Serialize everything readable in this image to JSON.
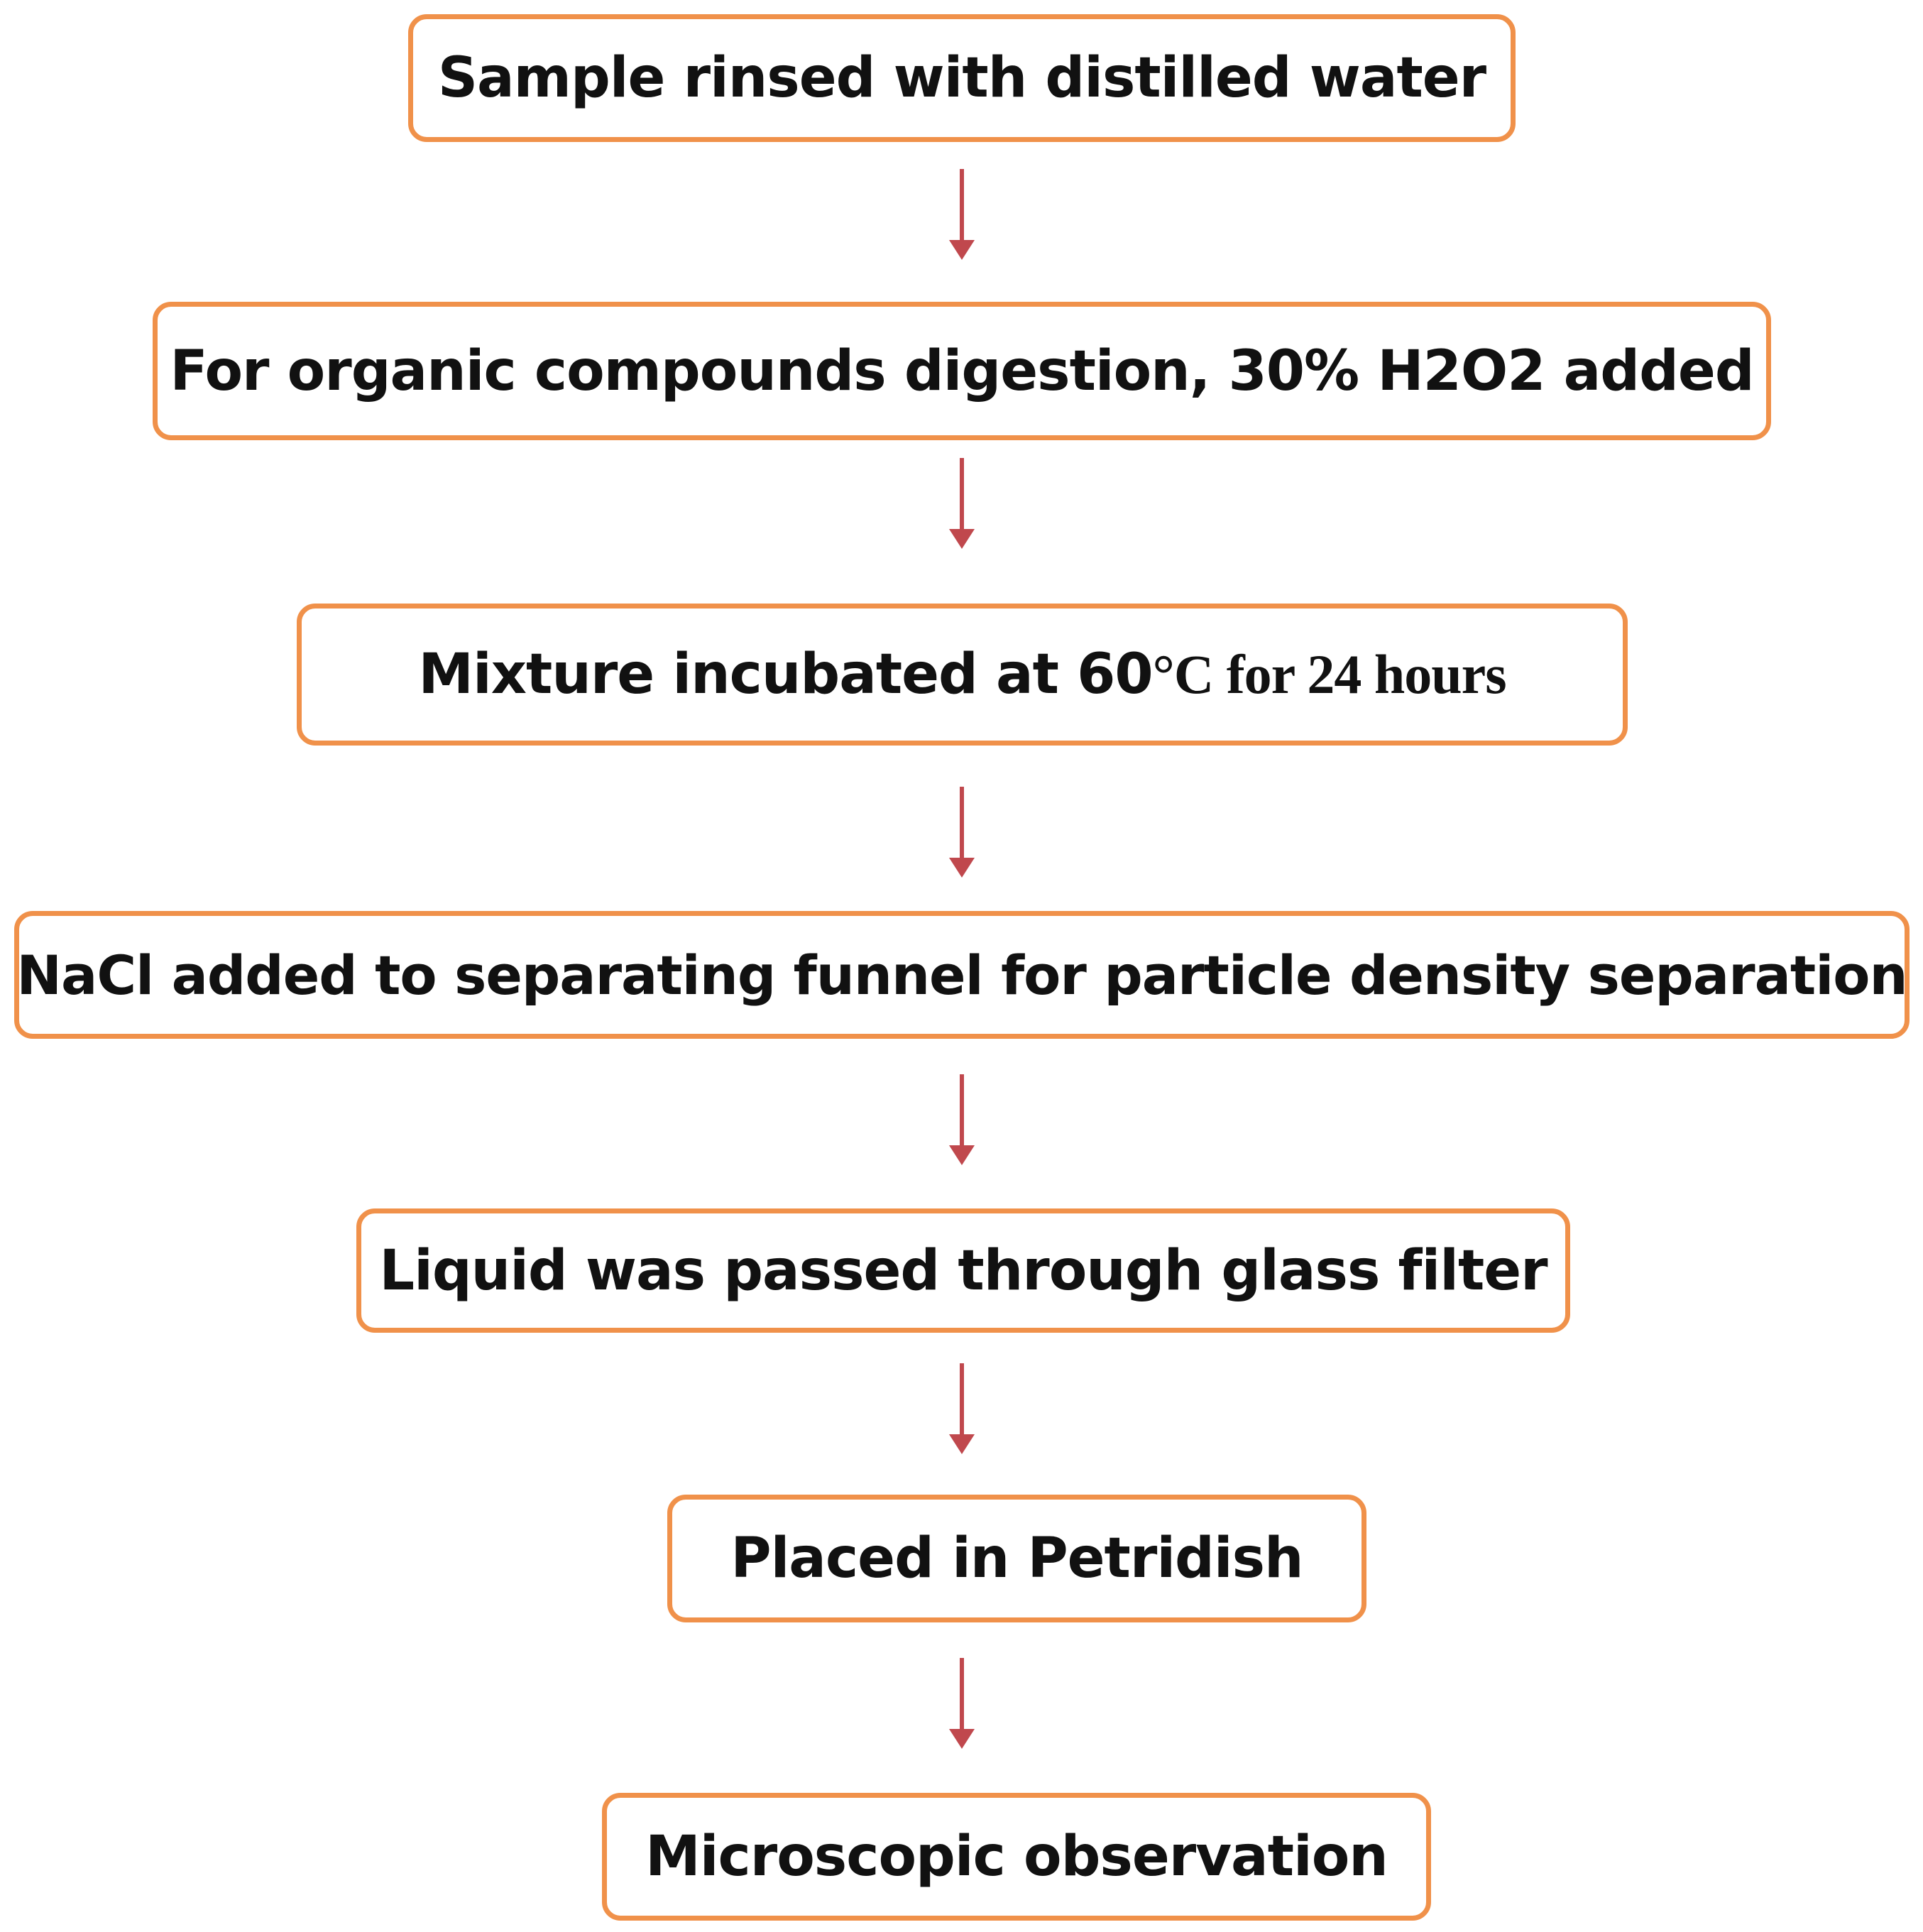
{
  "flowchart": {
    "steps": [
      {
        "id": "rinse",
        "label": "Sample rinsed with distilled water"
      },
      {
        "id": "digest",
        "label": "For organic compounds digestion, 30% H2O2 added"
      },
      {
        "id": "incubate",
        "label_prefix": "Mixture incubated at 60",
        "label_suffix": "°C for 24 hours"
      },
      {
        "id": "nacl",
        "label": "NaCl added to separating funnel for particle density separation"
      },
      {
        "id": "filter",
        "label": "Liquid was passed through glass filter"
      },
      {
        "id": "petri",
        "label": "Placed in Petridish"
      },
      {
        "id": "observe",
        "label": "Microscopic observation"
      }
    ],
    "colors": {
      "box_border": "#f0914a",
      "arrow": "#c0484d",
      "text": "#111111"
    }
  }
}
